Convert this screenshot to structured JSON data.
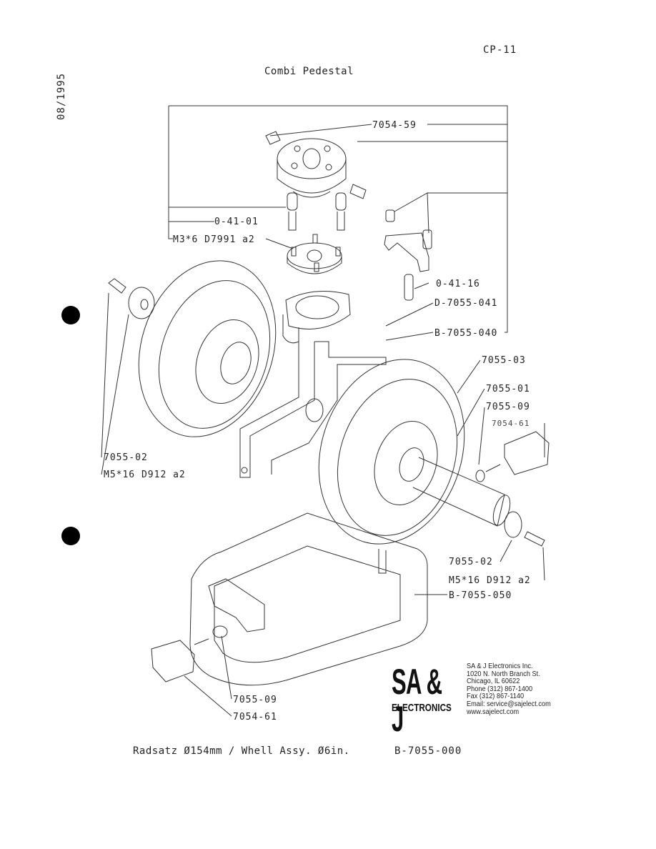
{
  "header": {
    "page_number": "CP-11",
    "title": "Combi Pedestal",
    "date": "08/1995"
  },
  "parts": {
    "top_insert": "7054-59",
    "plug_label": "0-41-01",
    "screw_top": "M3*6 D7991 a2",
    "spring": "0-41-16",
    "bracket_a": "D-7055-041",
    "bracket_b": "B-7055-040",
    "wheel": "7055-03",
    "axle": "7055-01",
    "washer_right": "7055-09",
    "foot_right": "7054-61",
    "cap_left": "7055-02",
    "screw_left": "M5*16 D912 a2",
    "cap_right": "7055-02",
    "screw_right": "M5*16 D912 a2",
    "housing": "B-7055-050",
    "washer_bottom": "7055-09",
    "foot_bottom": "7054-61"
  },
  "logo": {
    "big": "SA & J",
    "small": "ELECTRONICS"
  },
  "company": {
    "name": "SA & J Electronics Inc.",
    "street": "1020 N. North Branch St.",
    "city": "Chicago, IL 60622",
    "phone": "Phone (312) 867-1400",
    "fax": "Fax (312) 867-1140",
    "email": "Email: service@sajelect.com",
    "web": "www.sajelect.com"
  },
  "footer": {
    "caption": "Radsatz Ø154mm / Whell Assy. Ø6in.",
    "assembly_number": "B-7055-000"
  }
}
